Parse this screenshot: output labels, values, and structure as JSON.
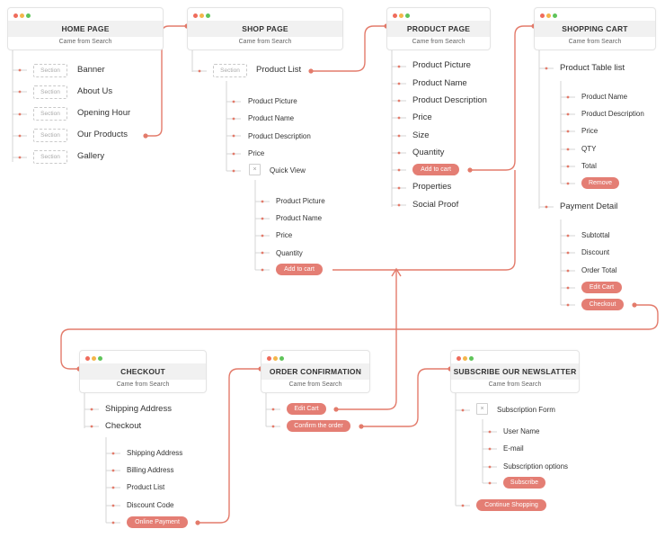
{
  "colors": {
    "accent": "#e37b6b",
    "pill": "#e47e74",
    "dot_red": "#ef6c5c",
    "dot_yellow": "#f4b64a",
    "dot_green": "#5fc45a",
    "tree": "#d4d4d4"
  },
  "home": {
    "title": "HOME PAGE",
    "subtitle": "Came from Search",
    "section_label": "Section",
    "items": [
      "Banner",
      "About Us",
      "Opening Hour",
      "Our Products",
      "Gallery"
    ]
  },
  "shop": {
    "title": "SHOP PAGE",
    "subtitle": "Came from Search",
    "section_label": "Section",
    "product_list": "Product List",
    "items": [
      "Product Picture",
      "Product Name",
      "Product Description",
      "Price"
    ],
    "quick_view": "Quick View",
    "close_icon": "×",
    "quick_items": [
      "Product Picture",
      "Product Name",
      "Price",
      "Quantity"
    ],
    "add_to_cart": "Add to cart"
  },
  "product": {
    "title": "PRODUCT PAGE",
    "subtitle": "Came from Search",
    "items": [
      "Product Picture",
      "Product Name",
      "Product Description",
      "Price",
      "Size",
      "Quantity"
    ],
    "add_to_cart": "Add to cart",
    "items2": [
      "Properties",
      "Social Proof"
    ]
  },
  "cart": {
    "title": "SHOPPING CART",
    "subtitle": "Came from Search",
    "table": "Product Table list",
    "table_items": [
      "Product Name",
      "Product Description",
      "Price",
      "QTY",
      "Total"
    ],
    "remove": "Remove",
    "payment": "Payment Detail",
    "payment_items": [
      "Subtottal",
      "Discount",
      "Order Total"
    ],
    "edit_cart": "Edit Cart",
    "checkout": "Checkout"
  },
  "checkout": {
    "title": "CHECKOUT",
    "subtitle": "Came from Search",
    "items": [
      "Shipping Address",
      "Checkout"
    ],
    "sub_items": [
      "Shipping Address",
      "Billing Address",
      "Product List",
      "Discount Code"
    ],
    "online_payment": "Online Payment"
  },
  "confirm": {
    "title": "ORDER CONFIRMATION",
    "subtitle": "Came from Search",
    "edit_cart": "Edit Cart",
    "confirm": "Confirm the order"
  },
  "newsletter": {
    "title": "SUBSCRIBE OUR NEWSLATTER",
    "subtitle": "Came from Search",
    "form": "Subscription Form",
    "close_icon": "×",
    "items": [
      "User Name",
      "E-mail",
      "Subscription options"
    ],
    "subscribe": "Subscribe",
    "continue": "Continue Shopping"
  }
}
